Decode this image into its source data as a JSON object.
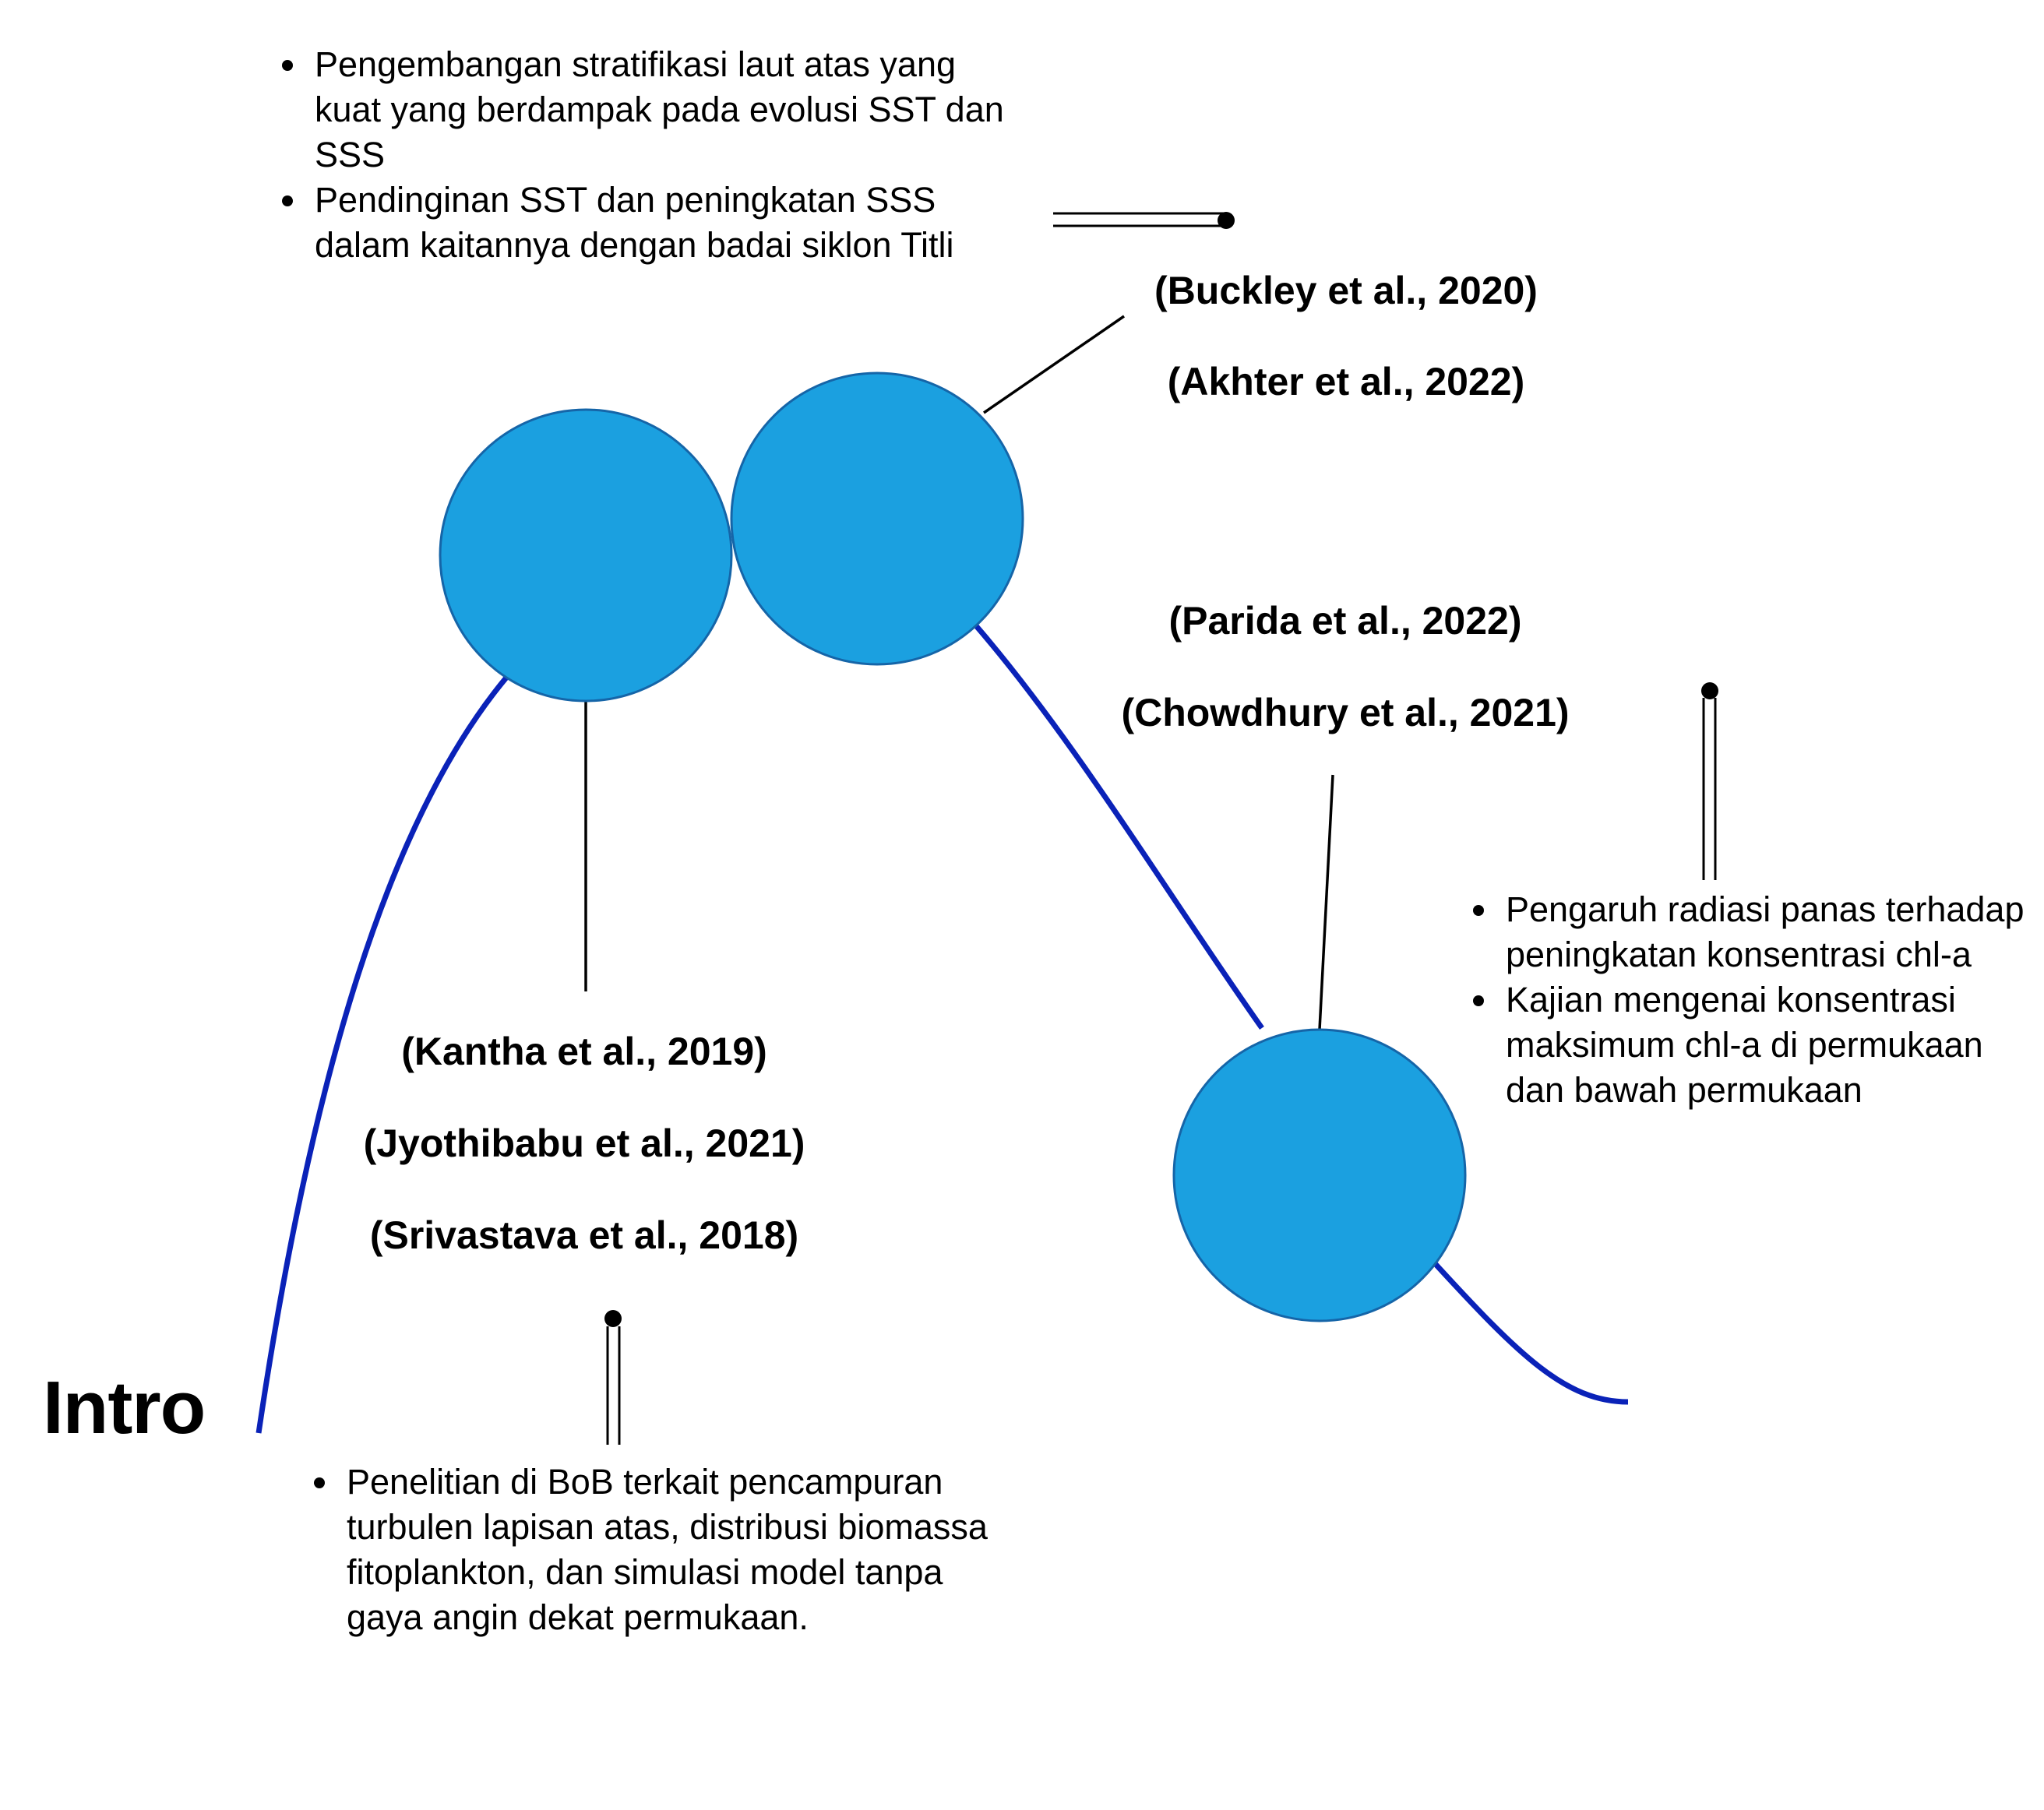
{
  "title": "Intro",
  "colors": {
    "curve": "#0a22b8",
    "node_fill": "#1ba0e0",
    "node_stroke": "#1565a8",
    "connector": "#000000"
  },
  "groups": [
    {
      "id": "left",
      "references": [
        "(Kantha et al., 2019)",
        "(Jyothibabu et al., 2021)",
        "(Srivastava et al., 2018)"
      ],
      "notes": [
        "Penelitian di BoB terkait pencampuran turbulen lapisan atas, distribusi biomassa fitoplankton, dan simulasi model tanpa gaya angin dekat permukaan."
      ]
    },
    {
      "id": "top",
      "references": [
        "(Buckley et al., 2020)",
        "(Akhter et al., 2022)"
      ],
      "notes": [
        "Pengembangan stratifikasi laut atas yang kuat yang berdampak pada evolusi SST dan SSS",
        "Pendinginan SST dan peningkatan SSS dalam kaitannya dengan badai siklon Titli"
      ]
    },
    {
      "id": "right",
      "references": [
        "(Parida et al., 2022)",
        "(Chowdhury et al., 2021)"
      ],
      "notes": [
        "Pengaruh radiasi panas terhadap peningkatan konsentrasi chl-a",
        "Kajian mengenai konsentrasi maksimum chl-a di permukaan dan bawah permukaan"
      ]
    }
  ]
}
